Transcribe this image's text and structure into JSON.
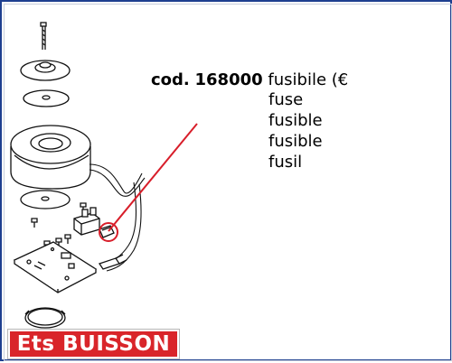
{
  "description": {
    "code_label": "cod.",
    "code_number": "168000",
    "translations": [
      "fusibile (€",
      "fuse",
      "fusible",
      "fusible",
      "fusil"
    ]
  },
  "logo": {
    "text": "Ets BUISSON"
  },
  "colors": {
    "pointer_line": "#d81e2a",
    "logo_background": "#d9252a",
    "border": "#1e3f8f"
  }
}
